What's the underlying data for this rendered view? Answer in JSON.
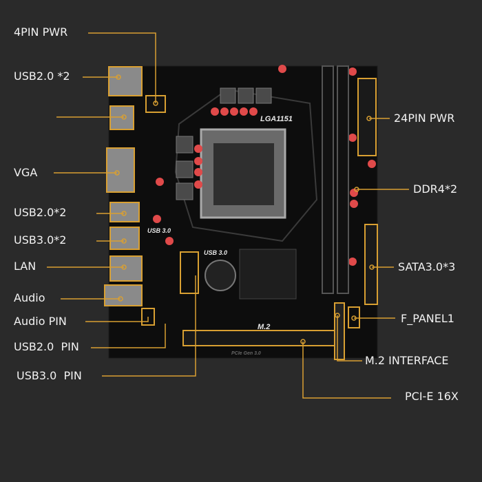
{
  "colors": {
    "background": "#2a2a2a",
    "board": "#0d0d0d",
    "callout": "#d9a032",
    "text": "#f2f2f2"
  },
  "callouts_left": [
    {
      "id": "4pin-pwr",
      "label": "4PIN PWR"
    },
    {
      "id": "usb20-top",
      "label": "USB2.0 *2"
    },
    {
      "id": "unlabeled",
      "label": ""
    },
    {
      "id": "vga",
      "label": "VGA"
    },
    {
      "id": "usb20-mid",
      "label": "USB2.0*2"
    },
    {
      "id": "usb30",
      "label": "USB3.0*2"
    },
    {
      "id": "lan",
      "label": "LAN"
    },
    {
      "id": "audio",
      "label": "Audio"
    },
    {
      "id": "audio-pin",
      "label": "Audio PIN"
    },
    {
      "id": "usb20-pin",
      "label": "USB2.0  PIN"
    },
    {
      "id": "usb30-pin",
      "label": "USB3.0  PIN"
    }
  ],
  "callouts_right": [
    {
      "id": "24pin-pwr",
      "label": "24PIN PWR"
    },
    {
      "id": "ddr4",
      "label": "DDR4*2"
    },
    {
      "id": "sata",
      "label": "SATA3.0*3"
    },
    {
      "id": "f-panel",
      "label": "F_PANEL1"
    },
    {
      "id": "m2",
      "label": "M.2 INTERFACE"
    },
    {
      "id": "pcie",
      "label": "PCI-E 16X"
    }
  ],
  "board_print": {
    "socket": "LGA1151",
    "usb3_a": "USB 3.0",
    "usb3_b": "USB 3.0",
    "m2": "M.2",
    "pcie": "PCIe Gen 3.0"
  }
}
